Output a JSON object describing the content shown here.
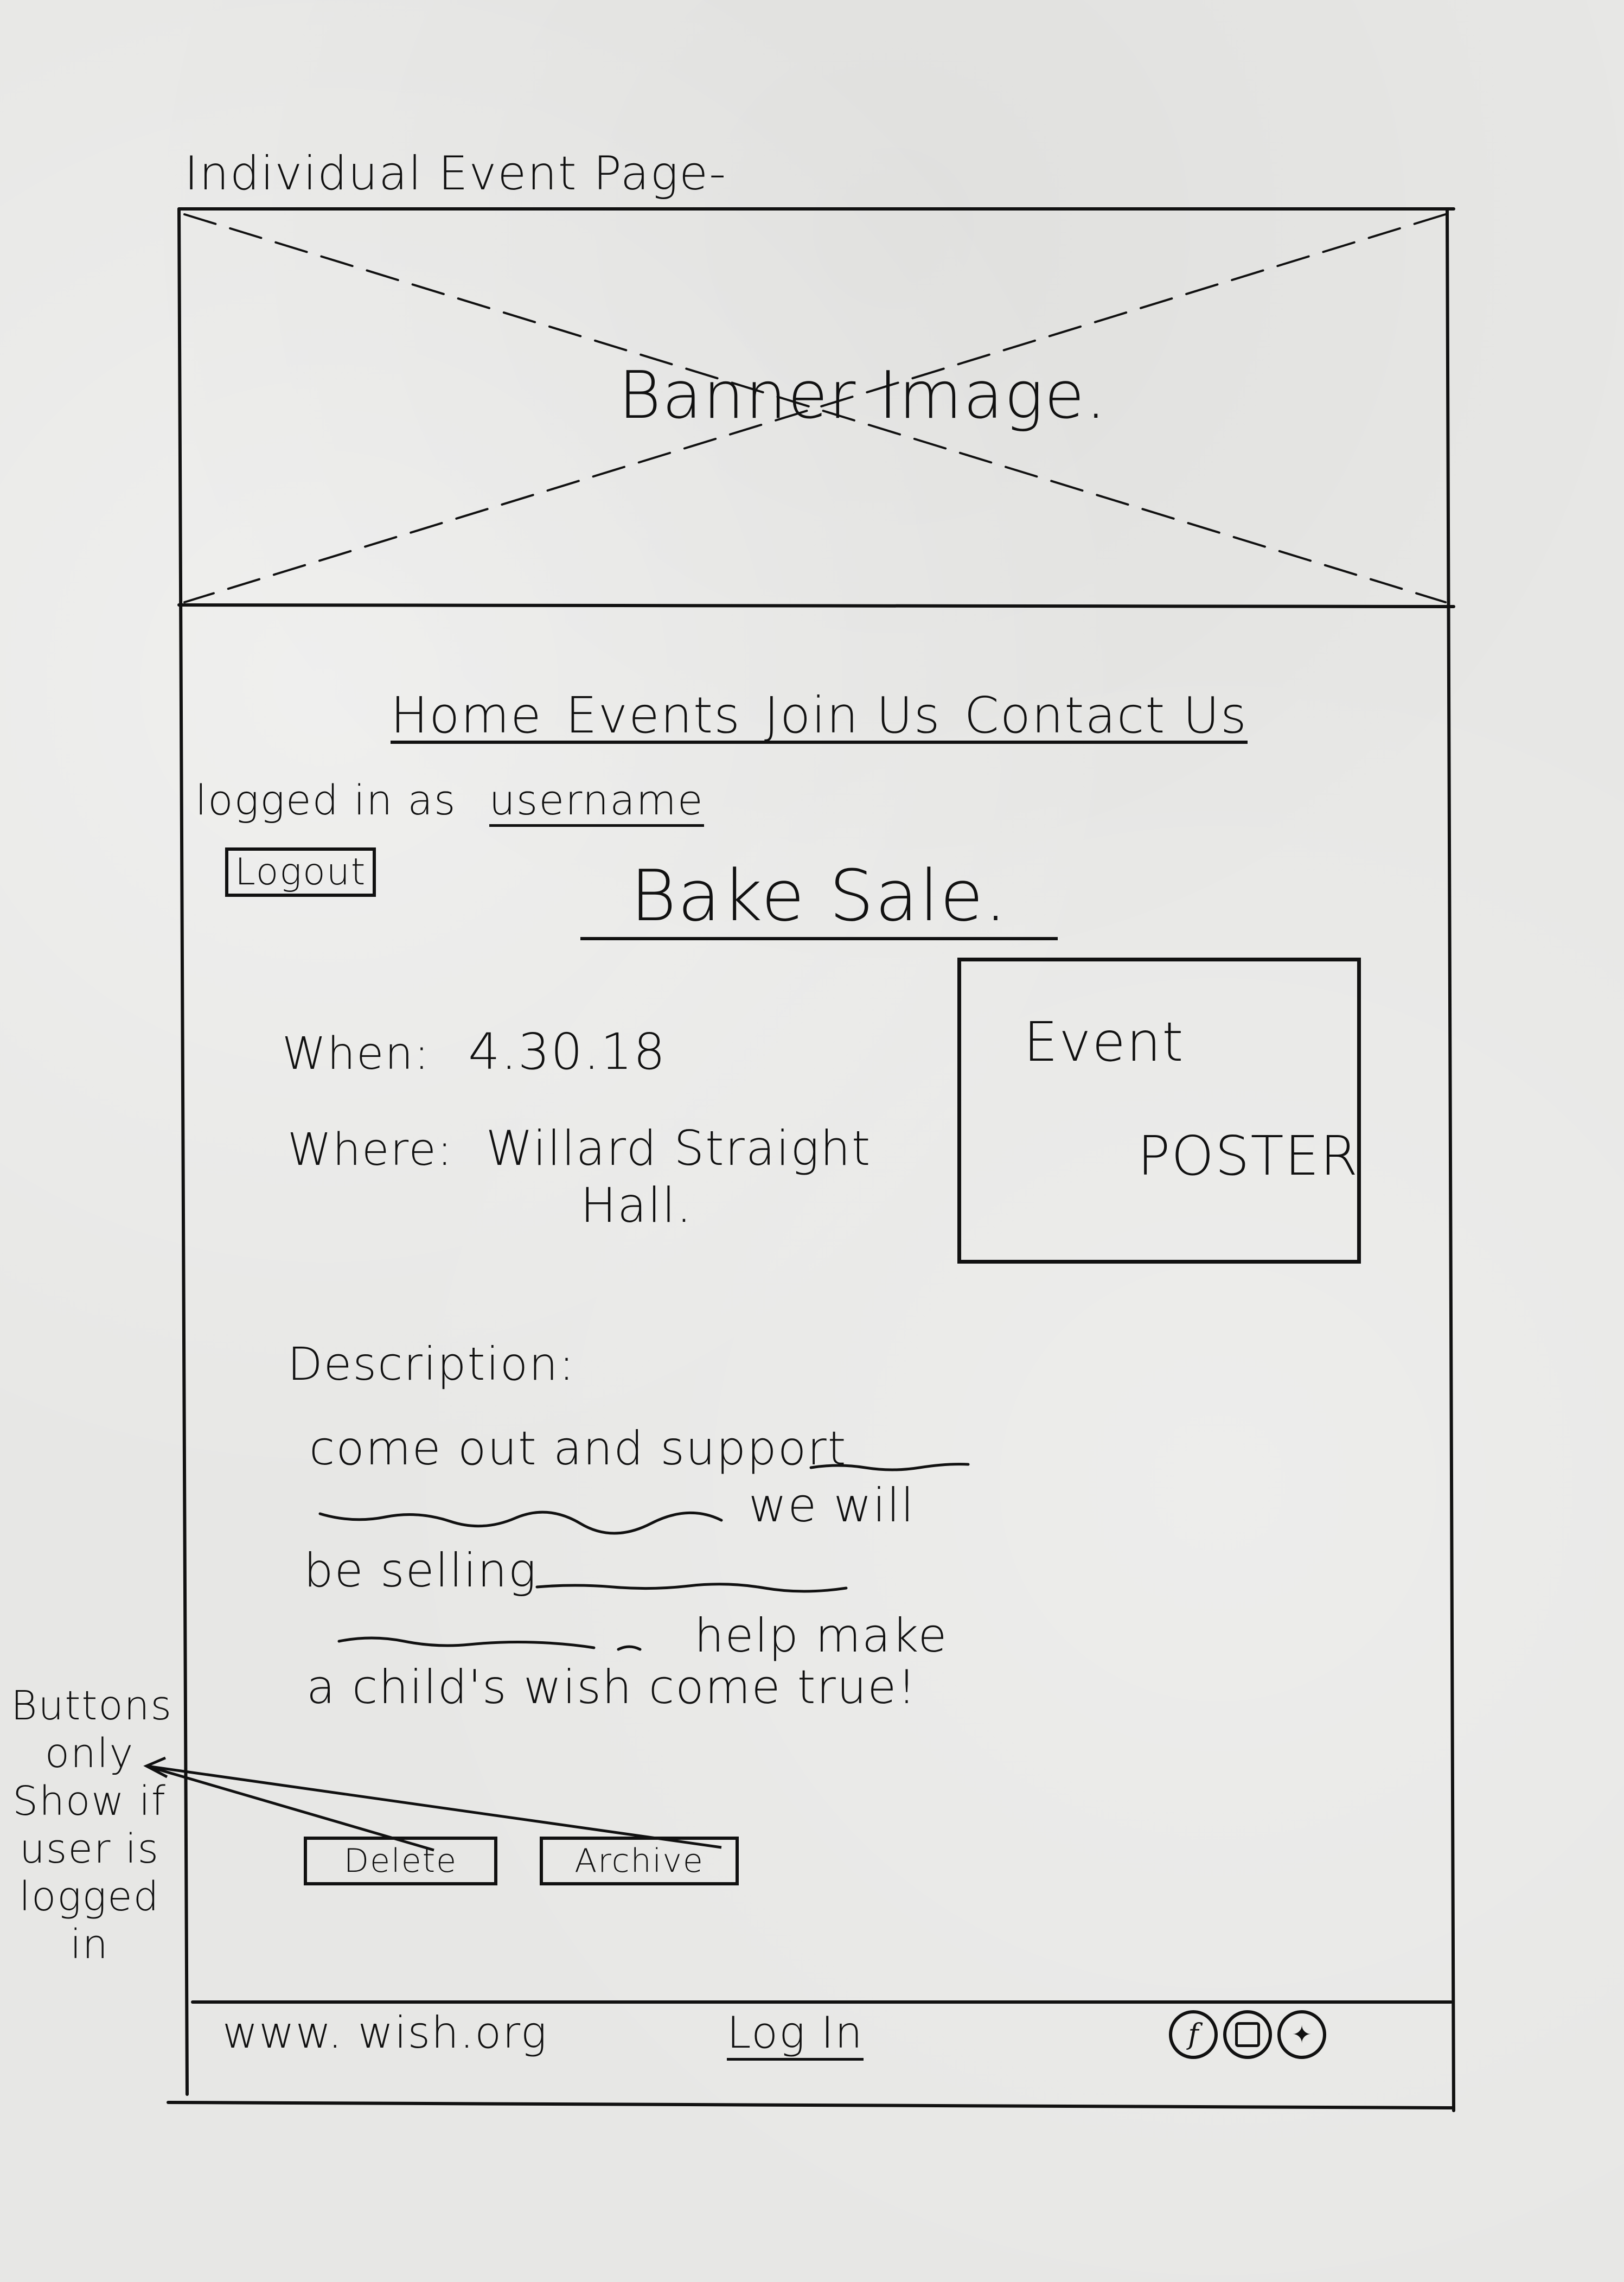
{
  "page_title": "Individual Event Page-",
  "banner": {
    "label": "Banner Image."
  },
  "nav": {
    "items": [
      "Home",
      "Events",
      "Join Us",
      "Contact Us"
    ]
  },
  "auth": {
    "status_prefix": "logged in as",
    "username": "username",
    "logout_label": "Logout"
  },
  "event": {
    "title": "Bake Sale.",
    "when_label": "When:",
    "when_value": "4.30.18",
    "where_label": "Where:",
    "where_value_line1": "Willard Straight",
    "where_value_line2": "Hall.",
    "poster_line1": "Event",
    "poster_line2": "POSTER",
    "description_label": "Description:",
    "description_lines": [
      "come out and support",
      "we will",
      "be selling",
      "help make",
      "a child's wish come true!"
    ]
  },
  "actions": {
    "delete_label": "Delete",
    "archive_label": "Archive"
  },
  "annotation": {
    "text_lines": [
      "Buttons",
      "only",
      "Show if",
      "user is",
      "logged",
      "in"
    ]
  },
  "footer": {
    "url": "www. wish.org",
    "login_label": "Log In",
    "social_icons": [
      "facebook-icon",
      "instagram-icon",
      "twitter-icon"
    ]
  }
}
